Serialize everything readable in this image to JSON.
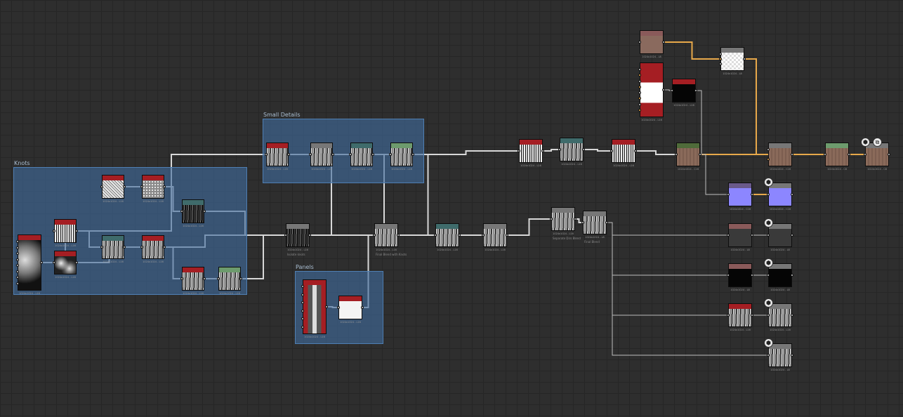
{
  "frames": {
    "knots": {
      "title": "Knots"
    },
    "small_details": {
      "title": "Small Details"
    },
    "panels": {
      "title": "Panels"
    }
  },
  "nodes": {
    "n1": {
      "caption": "1024x1024 - L16",
      "texture": "cloud"
    },
    "n2": {
      "caption": "1024x1024 - L16",
      "texture": "stripes"
    },
    "n3": {
      "caption": "1024x1024 - L16",
      "texture": "blob"
    },
    "n4": {
      "caption": "1024x1024 - L16",
      "texture": "noise"
    },
    "n5": {
      "caption": "1024x1024 - L16",
      "texture": "speck"
    },
    "n6": {
      "caption": "1024x1024 - L16",
      "texture": "wood"
    },
    "n7": {
      "caption": "1024x1024 - L16",
      "texture": "wood"
    },
    "n8": {
      "caption": "1024x1024 - L16",
      "texture": "dark"
    },
    "n9": {
      "caption": "1024x1024 - L16",
      "texture": "wood"
    },
    "n10": {
      "caption": "1024x1024 - L16",
      "texture": "wood"
    },
    "sd1": {
      "caption": "1024x1024 - L16",
      "texture": "wood"
    },
    "sd2": {
      "caption": "1024x1024 - L16",
      "texture": "wood"
    },
    "sd3": {
      "caption": "1024x1024 - L16",
      "texture": "wood"
    },
    "sd4": {
      "caption": "1024x1024 - L16",
      "texture": "wood"
    },
    "p1": {
      "caption": "1024x1024 - L16",
      "texture": "redgray"
    },
    "p2": {
      "caption": "1024x1024 - L16",
      "texture": "white"
    },
    "m1": {
      "caption": "1024x1024 - L16",
      "texture": "dark",
      "sub": "Isolate knots"
    },
    "m2": {
      "caption": "1024x1024 - L16",
      "texture": "wood",
      "sub": "Final Blend with Knots"
    },
    "m3": {
      "caption": "1024x1024 - L16",
      "texture": "wood"
    },
    "m4": {
      "caption": "1024x1024 - L16",
      "texture": "wood"
    },
    "m5": {
      "caption": "1024x1024 - L16",
      "texture": "wood",
      "sub": "Separate Dirs Blend"
    },
    "m6": {
      "caption": "1024x1024 - L8",
      "texture": "wood",
      "sub": "Final Blend"
    },
    "u1": {
      "caption": "1024x1024 - L16",
      "texture": "stripes"
    },
    "u2": {
      "caption": "1024x1024 - L16",
      "texture": "wood"
    },
    "u3": {
      "caption": "1024x1024 - L16",
      "texture": "stripes"
    },
    "c1": {
      "caption": "1024x1024 - L8",
      "texture": "brown"
    },
    "c2": {
      "caption": "1024x1024 - L16",
      "texture": "redbars"
    },
    "c3": {
      "caption": "1024x1024 - L16",
      "texture": "black"
    },
    "c4": {
      "caption": "1024x1024 - L8",
      "texture": "gray-check"
    },
    "c5": {
      "caption": "1024x1024 - C16",
      "texture": "wood-brown"
    },
    "c6": {
      "caption": "1024x1024 - C16",
      "texture": "wood-brown"
    },
    "c7": {
      "caption": "1024x1024 - C8",
      "texture": "wood-brown"
    },
    "o1": {
      "caption": "1024x1024 - C8",
      "texture": "wood-brown"
    },
    "b1": {
      "caption": "1024x1024 - C16",
      "texture": "blue"
    },
    "o2": {
      "caption": "1024x1024 - C16",
      "texture": "blue"
    },
    "r1": {
      "caption": "1024x1024 - L8",
      "texture": "darkgrey"
    },
    "o3": {
      "caption": "1024x1024 - L8",
      "texture": "darkgrey"
    },
    "r2": {
      "caption": "1024x1024 - L8",
      "texture": "black"
    },
    "o4": {
      "caption": "1024x1024 - L8",
      "texture": "black"
    },
    "r3": {
      "caption": "1024x1024 - L16",
      "texture": "wood"
    },
    "o5": {
      "caption": "1024x1024 - L16",
      "texture": "wood"
    },
    "o6": {
      "caption": "1024x1024 - L8",
      "texture": "wood"
    }
  },
  "colors": {
    "red_header": "#a51e23",
    "gray_header": "#777777",
    "teal_header": "#3f6b6b",
    "green_header": "#6d9b6d",
    "brown_header": "#8a5a5a",
    "dkgreen_header": "#4f6b3a",
    "purple_header": "#6a5a8a",
    "blue_frame": "#406c9e",
    "wire_white": "#d8d8d8",
    "wire_gold": "#e7a84a"
  },
  "badges": {
    "output_icon": "output-icon",
    "export_icon": "export-icon"
  }
}
